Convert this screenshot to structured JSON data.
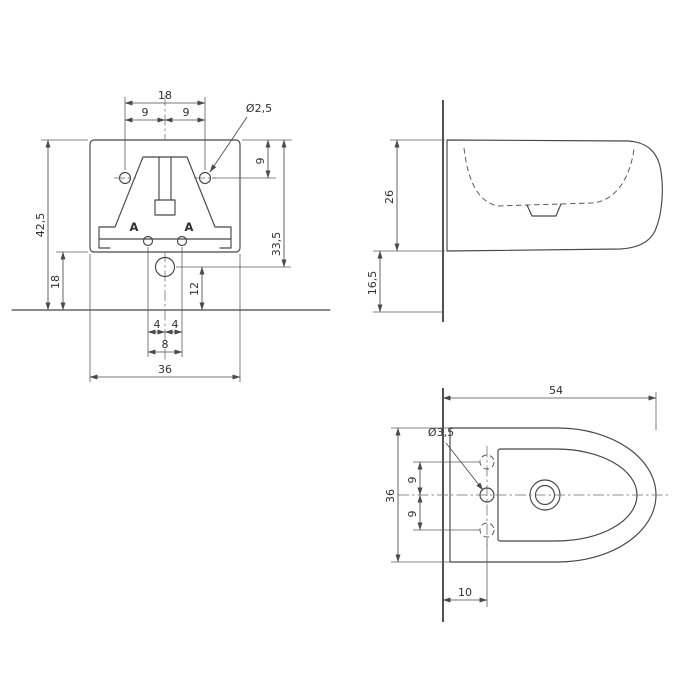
{
  "drawing": {
    "front": {
      "top_width": "18",
      "top_left_half": "9",
      "top_right_half": "9",
      "hole_diameter": "Ø2,5",
      "hole_drop": "9",
      "total_height": "42,5",
      "drain_height": "33,5",
      "lower_height": "18",
      "drain_to_base": "12",
      "slot_left": "4",
      "slot_right": "4",
      "slot_total": "8",
      "overall_width": "36",
      "section_label_left": "A",
      "section_label_right": "A"
    },
    "side": {
      "rim_height": "26",
      "under_height": "16,5"
    },
    "top": {
      "overall_width": "54",
      "hole_diameter": "Ø3,5",
      "overall_depth": "36",
      "hole_gap_upper": "9",
      "hole_gap_lower": "9",
      "wall_offset": "10"
    }
  }
}
